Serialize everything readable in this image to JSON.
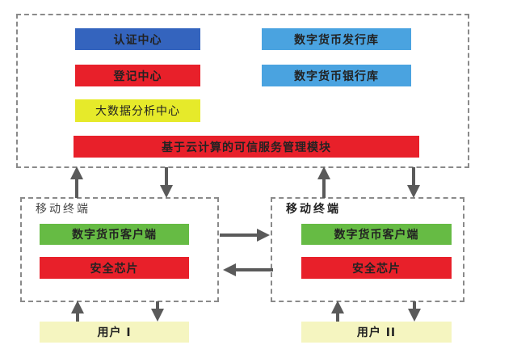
{
  "cloud": {
    "auth_center": "认证中心",
    "registry_center": "登记中心",
    "bigdata_center": "大数据分析中心",
    "issuance_db": "数字货币发行库",
    "bank_db": "数字货币银行库",
    "trust_module": "基于云计算的可信服务管理模块"
  },
  "terminals": [
    {
      "title": "移动终端",
      "client": "数字货币客户端",
      "chip": "安全芯片",
      "user": "用户 I"
    },
    {
      "title": "移动终端",
      "client": "数字货币客户端",
      "chip": "安全芯片",
      "user": "用户 II"
    }
  ],
  "colors": {
    "blue_dark": "#3464be",
    "blue_light": "#4aa3e0",
    "red": "#e8202a",
    "yellow": "#e6ea2a",
    "green": "#66bb44",
    "user": "#f5f5c0",
    "arrow": "#5a5a5a"
  }
}
